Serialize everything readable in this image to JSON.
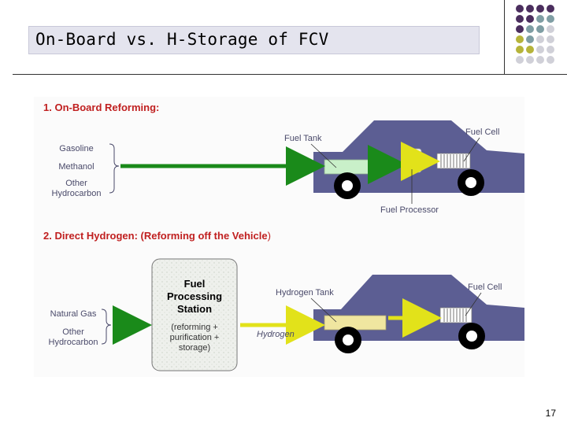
{
  "slide": {
    "title": "On-Board vs. H-Storage of FCV",
    "page_number": "17"
  },
  "colors": {
    "car_body": "#5c5e93",
    "wheel": "#000000",
    "green_arrow": "#1a8a1a",
    "yellow_arrow": "#e2e21a",
    "label_text": "#4a4a6a",
    "heading_text": "#c02020",
    "fuel_tank": "#c9f0c9",
    "hydrogen_tank": "#f0e6a0",
    "dot_purple": "#4b2e5e",
    "dot_teal": "#7f9ea4",
    "dot_olive": "#b6b43a",
    "dot_gray": "#d0d0d8"
  },
  "section1": {
    "heading": "1.  On-Board Reforming:",
    "inputs": [
      "Gasoline",
      "Methanol",
      "Other",
      "Hydrocarbon"
    ],
    "fuel_tank_label": "Fuel Tank",
    "fuel_cell_label": "Fuel Cell",
    "fuel_processor_label": "Fuel Processor"
  },
  "section2": {
    "heading_bold": "2.  Direct Hydrogen:  (Reforming off the Vehicle",
    "heading_paren": ")",
    "inputs": [
      "Natural Gas",
      "Other",
      "Hydrocarbon"
    ],
    "station_title": [
      "Fuel",
      "Processing",
      "Station"
    ],
    "station_detail": [
      "(reforming +",
      "purification +",
      "storage)"
    ],
    "hydrogen_tank_label": "Hydrogen Tank",
    "fuel_cell_label": "Fuel Cell",
    "hydrogen_arrow_label": "Hydrogen"
  },
  "decor": {
    "dot_pattern": [
      [
        "dot_purple",
        "dot_purple",
        "dot_purple",
        "dot_purple"
      ],
      [
        "dot_purple",
        "dot_purple",
        "dot_teal",
        "dot_teal"
      ],
      [
        "dot_purple",
        "dot_teal",
        "dot_teal",
        "dot_gray"
      ],
      [
        "dot_olive",
        "dot_teal",
        "dot_gray",
        "dot_gray"
      ],
      [
        "dot_olive",
        "dot_olive",
        "dot_gray",
        "dot_gray"
      ],
      [
        "dot_gray",
        "dot_gray",
        "dot_gray",
        "dot_gray"
      ]
    ]
  }
}
